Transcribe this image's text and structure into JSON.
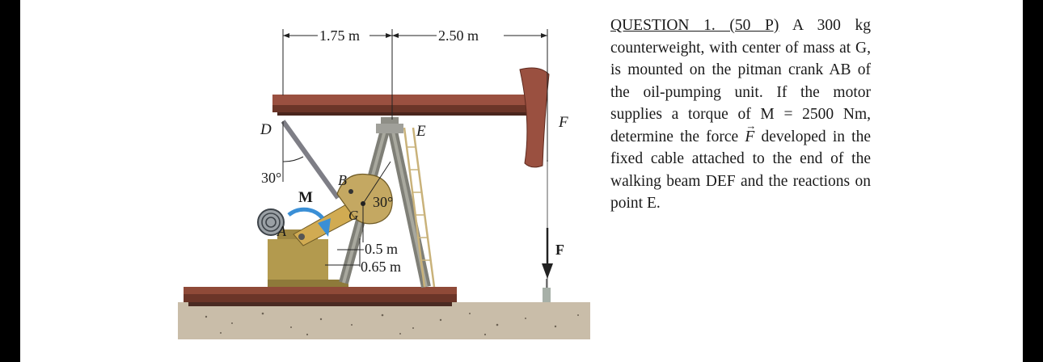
{
  "question": {
    "heading": "QUESTION 1. (50 P)",
    "text_1": "A 300 kg counterweight, with center of mass at G, is mounted on the pitman crank AB of the oil-pumping unit. If the motor supplies a torque of M = 2500 Nm, determine the force",
    "force_symbol": "F",
    "text_2": "developed in the fixed cable attached to the end of the walking beam DEF and the reactions on point E."
  },
  "figure": {
    "dim_left": "1.75 m",
    "dim_right": "2.50 m",
    "label_D": "D",
    "label_E": "E",
    "label_F_top": "F",
    "label_F_bottom": "F",
    "label_M": "M",
    "label_A": "A",
    "label_B": "B",
    "label_G": "G",
    "angle_left": "30°",
    "angle_crank": "30°",
    "dim_05": "0.5 m",
    "dim_065": "0.65 m"
  },
  "colors": {
    "beam": "#8f4a38",
    "beam_dark": "#5e2a1f",
    "frame": "#8a8a80",
    "motor_base": "#b39a4e",
    "counterweight": "#c4a862",
    "torque_arrow": "#3a8fd6",
    "ground": "#b8ab98"
  }
}
